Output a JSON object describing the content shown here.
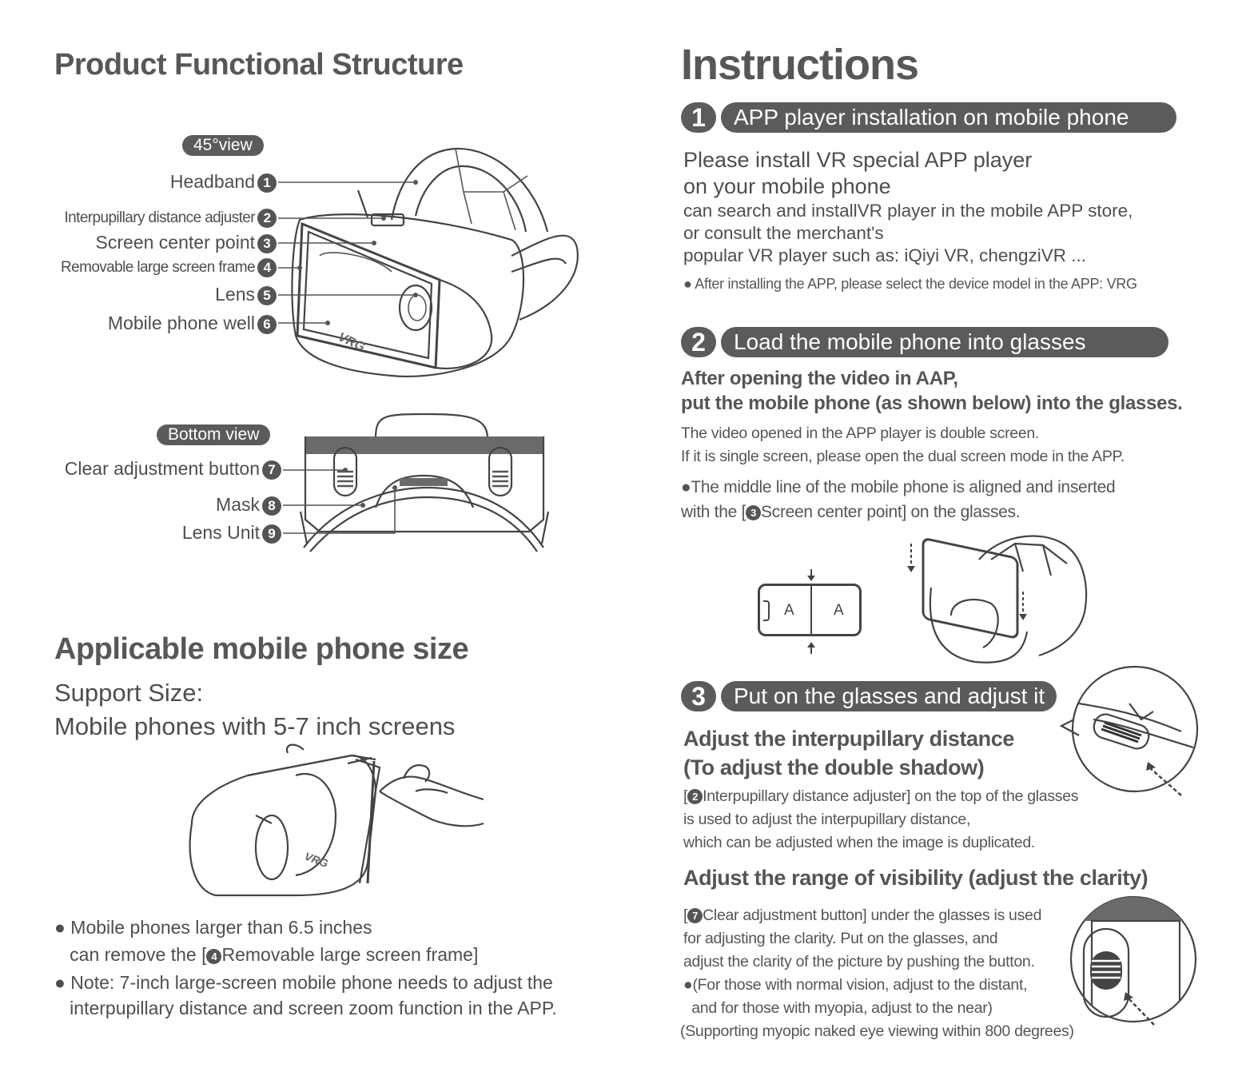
{
  "left": {
    "structure_title": "Product Functional Structure",
    "view_45_label": "45°view",
    "callouts_45": [
      {
        "text": "Headband",
        "num": "1"
      },
      {
        "text": "Interpupillary distance adjuster",
        "num": "2"
      },
      {
        "text": "Screen center point",
        "num": "3"
      },
      {
        "text": "Removable large screen frame",
        "num": "4"
      },
      {
        "text": "Lens",
        "num": "5"
      },
      {
        "text": "Mobile phone well",
        "num": "6"
      }
    ],
    "bottom_view_label": "Bottom view",
    "callouts_bottom": [
      {
        "text": "Clear adjustment button",
        "num": "7"
      },
      {
        "text": "Mask",
        "num": "8"
      },
      {
        "text": "Lens Unit",
        "num": "9"
      }
    ],
    "size_title": "Applicable mobile phone size",
    "support_line1": "Support Size:",
    "support_line2": "Mobile phones with 5-7 inch screens",
    "brand_mark": "VRG",
    "notes": {
      "n1_line1": "Mobile phones larger than 6.5 inches",
      "n1_line2_pre": "can remove the [",
      "n1_num": "4",
      "n1_line2_post": "Removable large screen frame]",
      "n2_line1": "Note: 7-inch large-screen mobile phone needs to adjust the",
      "n2_line2": "interpupillary distance and screen zoom function in the APP."
    }
  },
  "right": {
    "title": "Instructions",
    "step1": {
      "num": "1",
      "title": "APP player installation on mobile phone",
      "l1": "Please install VR special APP player",
      "l2": "on your mobile phone",
      "l3": " can search and installVR player in the mobile APP store,",
      "l4": "or consult the merchant's",
      "l5": "popular VR player such as: iQiyi VR, chengziVR ...",
      "note": "After installing the APP, please select the device model in the APP: VRG"
    },
    "step2": {
      "num": "2",
      "title": "Load the mobile phone into glasses",
      "b1": "After opening the video in AAP,",
      "b2": "put the mobile phone (as shown below) into the glasses.",
      "t1": "The video opened in the APP player is double screen.",
      "t2": "If it is single screen, please open the dual screen mode in the APP.",
      "t3": "The middle line of the mobile phone is aligned and inserted",
      "t4_pre": "with the [",
      "t4_num": "3",
      "t4_post": "Screen center point] on the glasses.",
      "screen_left": "A",
      "screen_right": "A"
    },
    "step3": {
      "num": "3",
      "title": "Put on the glasses and adjust it",
      "h1": "Adjust the interpupillary distance",
      "h2": " (To adjust the double shadow)",
      "p1_pre": "[",
      "p1_num": "2",
      "p1_post": "Interpupillary distance adjuster] on the top of the glasses",
      "p2": " is used to adjust the interpupillary distance,",
      "p3": " which can be adjusted when the image is duplicated.",
      "h3": "Adjust the range of visibility (adjust the clarity)",
      "q1_pre": "[",
      "q1_num": "7",
      "q1_post": "Clear adjustment button] under the glasses is used",
      "q2": "for adjusting the clarity. Put on the glasses, and",
      "q3": "adjust the clarity of the picture by pushing the button.",
      "q4": "(For those with normal vision, adjust to the distant,",
      "q5": "  and for those with myopia, adjust to the near)",
      "q6": "(Supporting myopic naked eye viewing within 800 degrees)"
    }
  }
}
